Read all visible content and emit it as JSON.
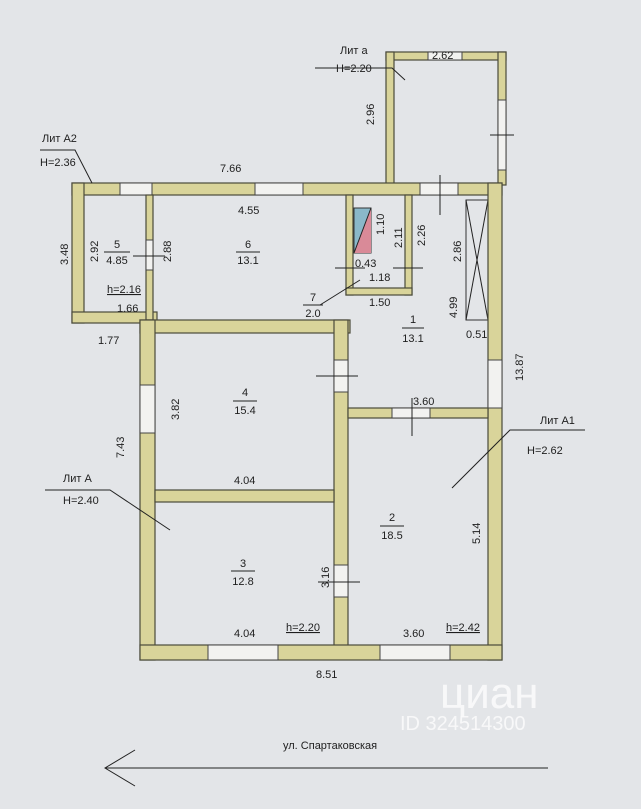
{
  "labels": {
    "lit_a_small": "Лит а",
    "lit_a_small_h": "H=2.20",
    "lit_a2": "Лит А2",
    "lit_a2_h": "H=2.36",
    "lit_a": "Лит А",
    "lit_a_h": "H=2.40",
    "lit_a1": "Лит А1",
    "lit_a1_h": "H=2.62"
  },
  "rooms": [
    {
      "num": "1",
      "area": "13.1"
    },
    {
      "num": "2",
      "area": "18.5"
    },
    {
      "num": "3",
      "area": "12.8"
    },
    {
      "num": "4",
      "area": "15.4"
    },
    {
      "num": "5",
      "area": "4.85"
    },
    {
      "num": "6",
      "area": "13.1"
    },
    {
      "num": "7",
      "area": "2.0"
    }
  ],
  "heights": {
    "room5": "h=2.16",
    "room3": "h=2.20",
    "room2": "h=2.42"
  },
  "dims": {
    "d262": "2.62",
    "d296": "2.96",
    "d766": "7.66",
    "d455": "4.55",
    "d348": "3.48",
    "d292": "2.92",
    "d288": "2.88",
    "d166": "1.66",
    "d177": "1.77",
    "d110": "1.10",
    "d211": "2.11",
    "d226": "2.26",
    "d043": "0.43",
    "d118": "1.18",
    "d150": "1.50",
    "d286": "2.86",
    "d499": "4.99",
    "d051": "0.51",
    "d1387": "13.87",
    "d382": "3.82",
    "d743": "7.43",
    "d404a": "4.04",
    "d404b": "4.04",
    "d360a": "3.60",
    "d360b": "3.60",
    "d316": "3.16",
    "d514": "5.14",
    "d851": "8.51"
  },
  "street": "ул. Спартаковская",
  "watermark": {
    "brand": "циан",
    "id": "ID 324514300"
  }
}
